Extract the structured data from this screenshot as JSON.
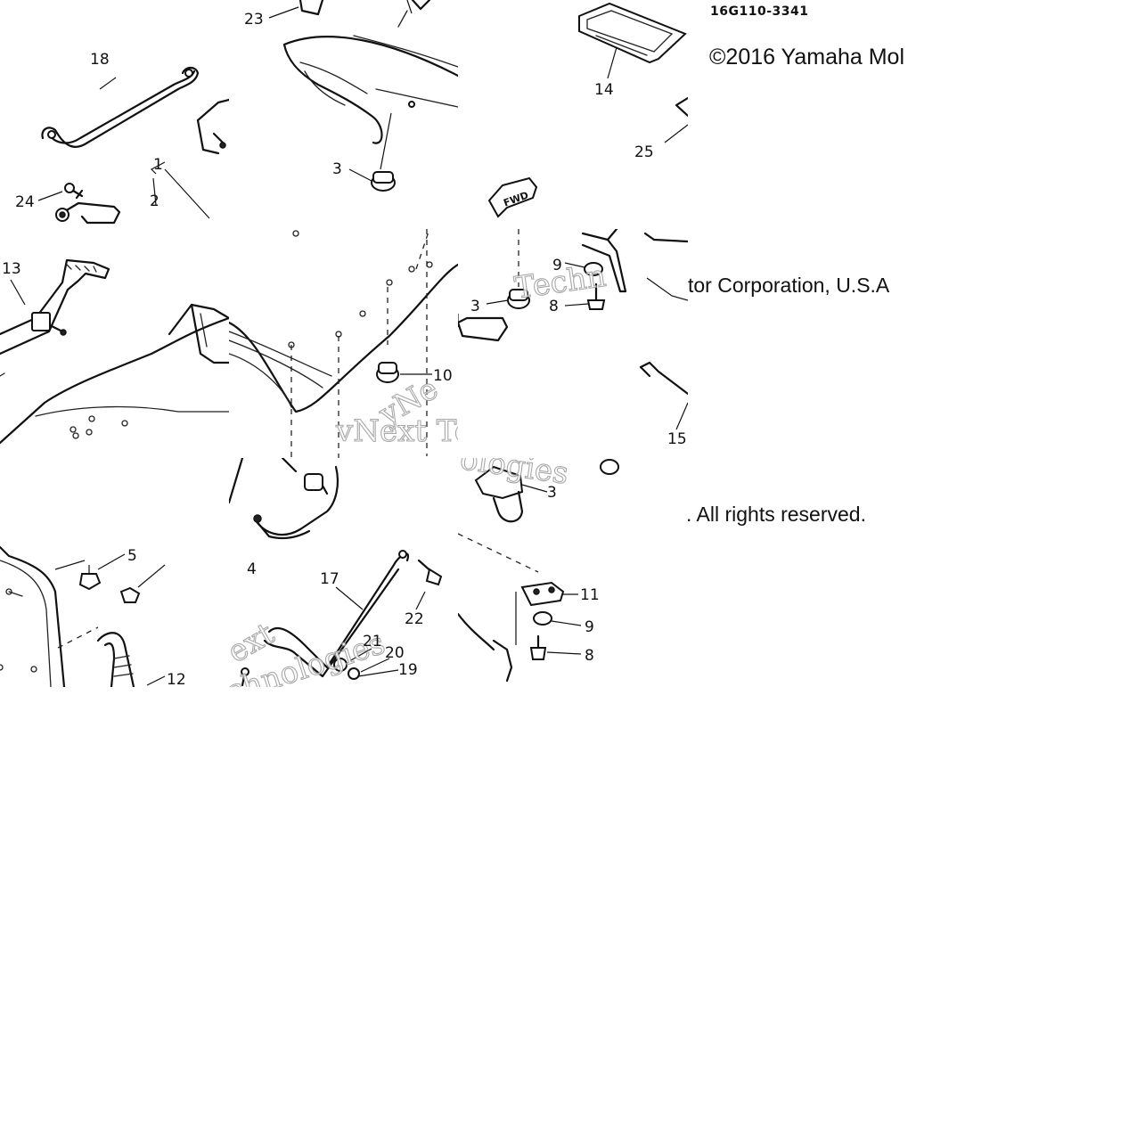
{
  "diagram": {
    "part_code": "16G110-3341",
    "copyright_line_1": "©2016 Yamaha Mol",
    "copyright_line_2": "tor Corporation, U.S.A",
    "copyright_line_3": ". All rights reserved.",
    "watermark": {
      "line_a": "vNext",
      "line_b": "Technologies",
      "fragments": [
        "Techn",
        "vNext Tec",
        "ologies",
        "ext",
        "chnologies",
        "yNe"
      ]
    },
    "arrow_label": "FWD",
    "callouts": [
      "23",
      "18",
      "14",
      "25",
      "3",
      "24",
      "1",
      "2",
      "13",
      "9",
      "8",
      "3",
      "3",
      "10",
      "15",
      "5",
      "4",
      "17",
      "22",
      "11",
      "9",
      "8",
      "21",
      "20",
      "19",
      "12"
    ]
  }
}
